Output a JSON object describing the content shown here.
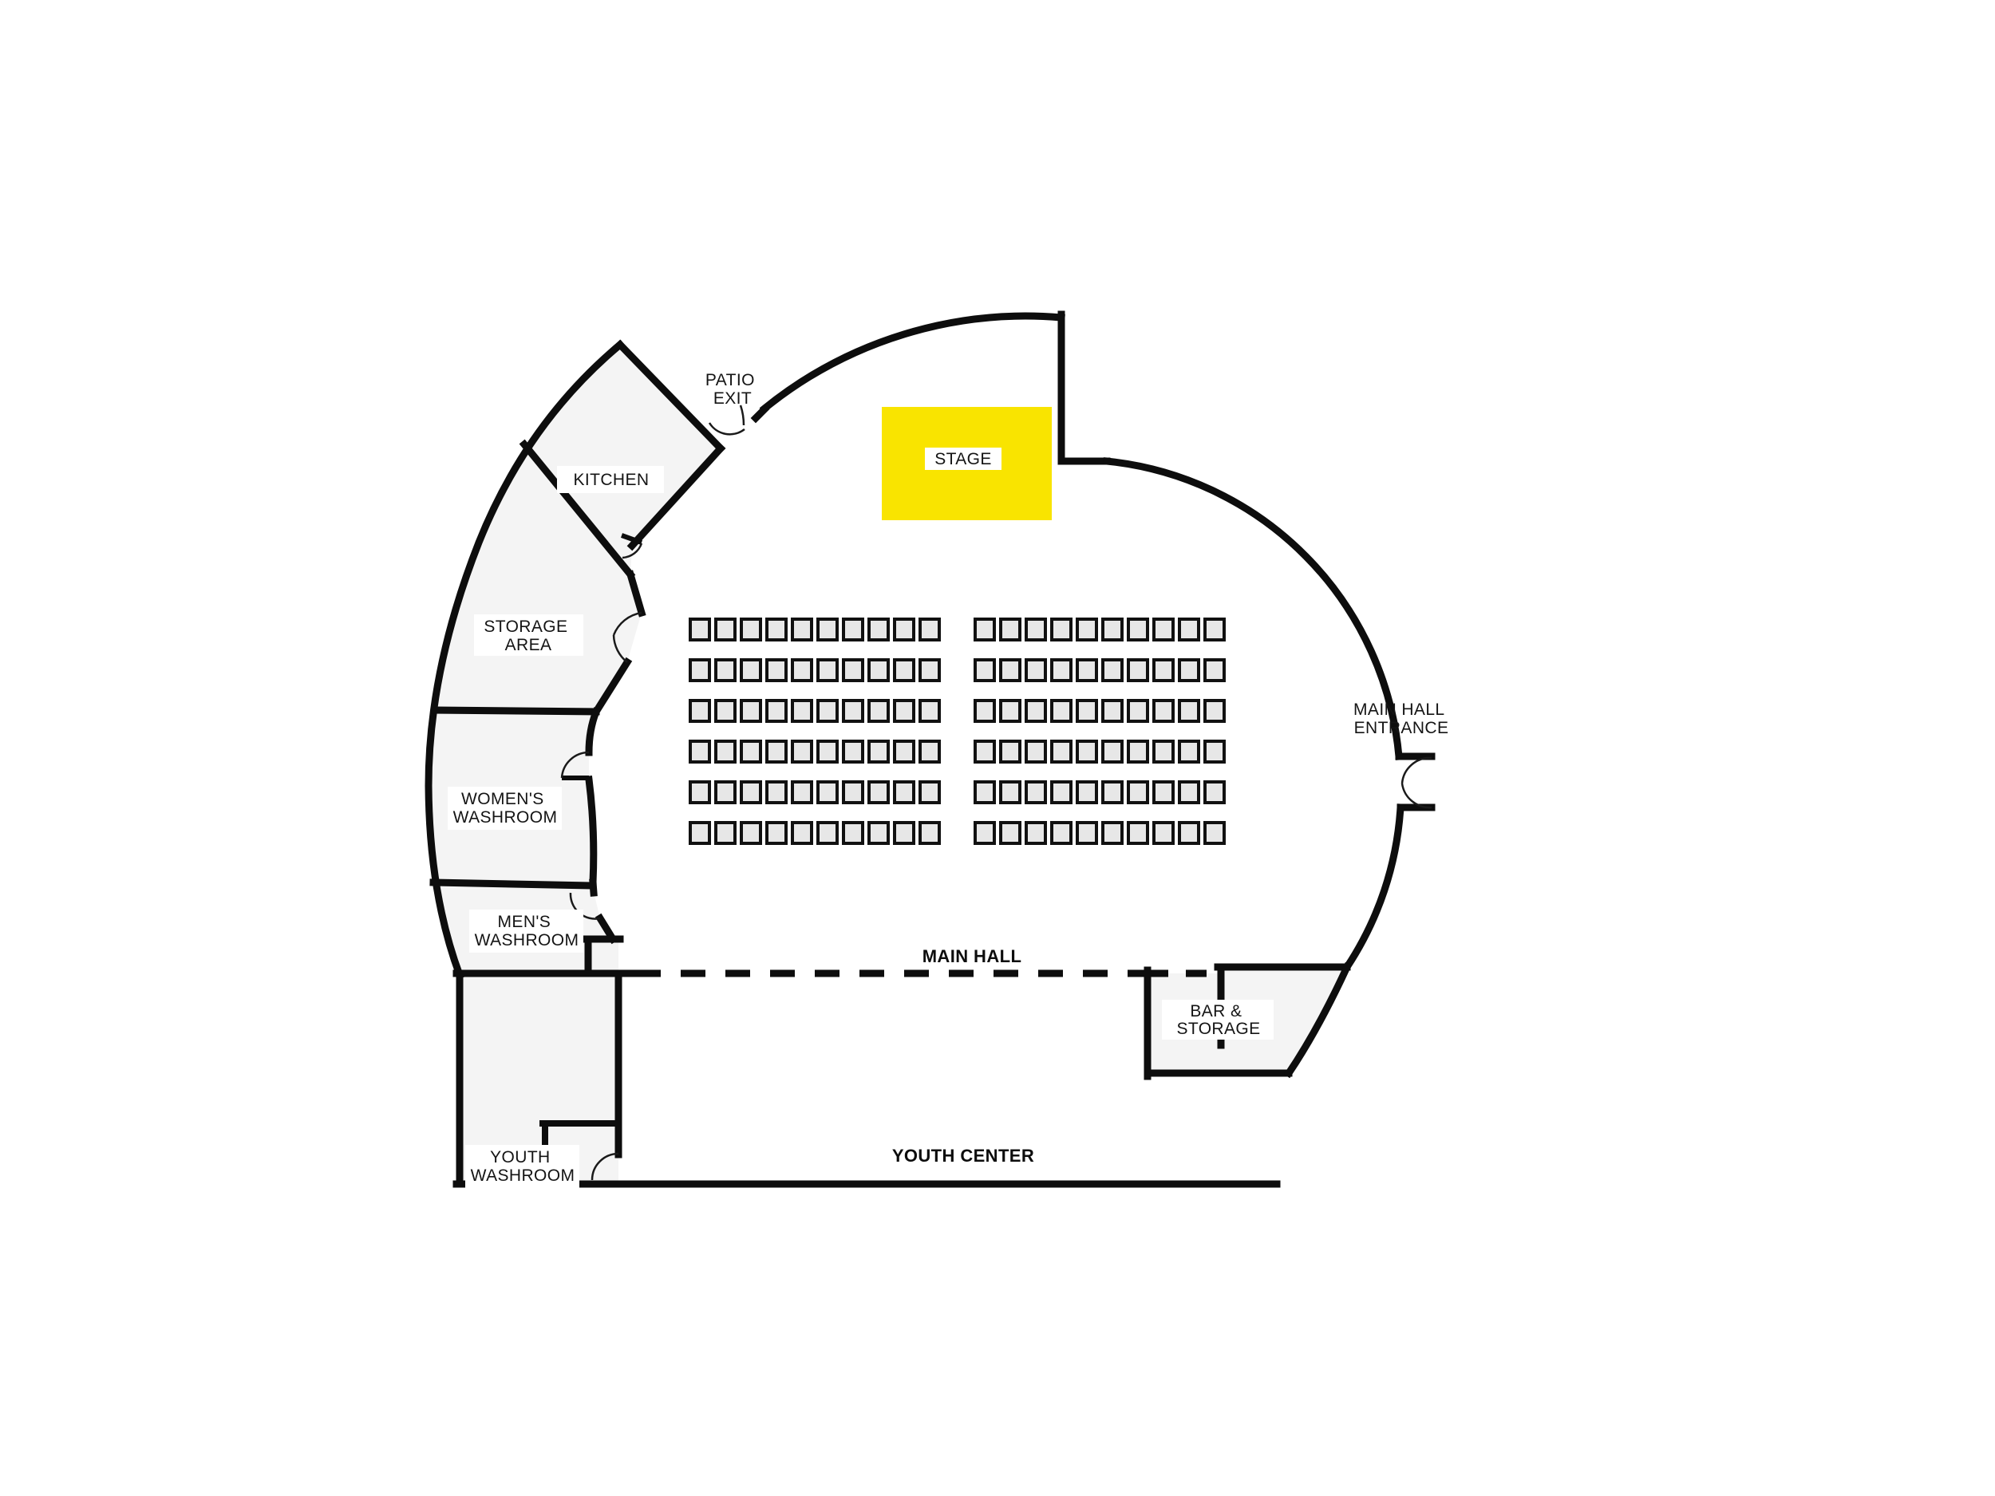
{
  "title": "Event hall floor plan",
  "colors": {
    "stage_fill": "#F9E400",
    "room_fill": "#f4f4f4",
    "wall": "#0d0d0d",
    "chair_fill": "#e7e7e7",
    "chair_stroke": "#111111"
  },
  "rooms": {
    "kitchen": {
      "label": "KITCHEN"
    },
    "storage_area": {
      "lines": [
        "STORAGE",
        "AREA"
      ]
    },
    "womens_washroom": {
      "lines": [
        "WOMEN'S",
        "WASHROOM"
      ]
    },
    "mens_washroom": {
      "lines": [
        "MEN'S",
        "WASHROOM"
      ]
    },
    "youth_washroom": {
      "lines": [
        "YOUTH",
        "WASHROOM"
      ]
    },
    "bar_storage": {
      "lines": [
        "BAR &",
        "STORAGE"
      ]
    },
    "stage": {
      "label": "STAGE"
    },
    "main_hall": {
      "label": "MAIN HALL"
    },
    "youth_center": {
      "label": "YOUTH CENTER"
    }
  },
  "doors": {
    "patio_exit": {
      "lines": [
        "PATIO",
        "EXIT"
      ]
    },
    "main_hall_entrance": {
      "lines": [
        "MAIN HALL",
        "ENTRANCE"
      ]
    }
  },
  "seating": {
    "blocks": 2,
    "rows_per_block": 6,
    "cols_per_block": 10,
    "total_chairs": 120
  }
}
